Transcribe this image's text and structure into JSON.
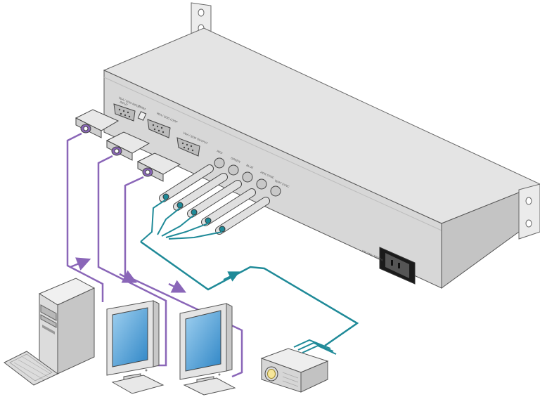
{
  "device": {
    "port_labels": {
      "vga_input": "VGA / SOG INPUT",
      "term": "TERM",
      "vga_loop": "VGA / SOG LOOP",
      "vga_output": "VGA / SOG OUTPUT",
      "input_sub": "INPUT",
      "red": "RED",
      "green": "GREEN",
      "blue": "BLUE",
      "hor_sync": "HOR SYNC",
      "vert_sync": "VERT SYNC",
      "power": "100-240V 50/60Hz"
    }
  },
  "colors": {
    "vga_cable": "#8a66b8",
    "rgbhv_cable": "#1f8a98",
    "chassis_top": "#e6e6e6",
    "chassis_front": "#dadada",
    "screen": "#5aa9dc"
  }
}
